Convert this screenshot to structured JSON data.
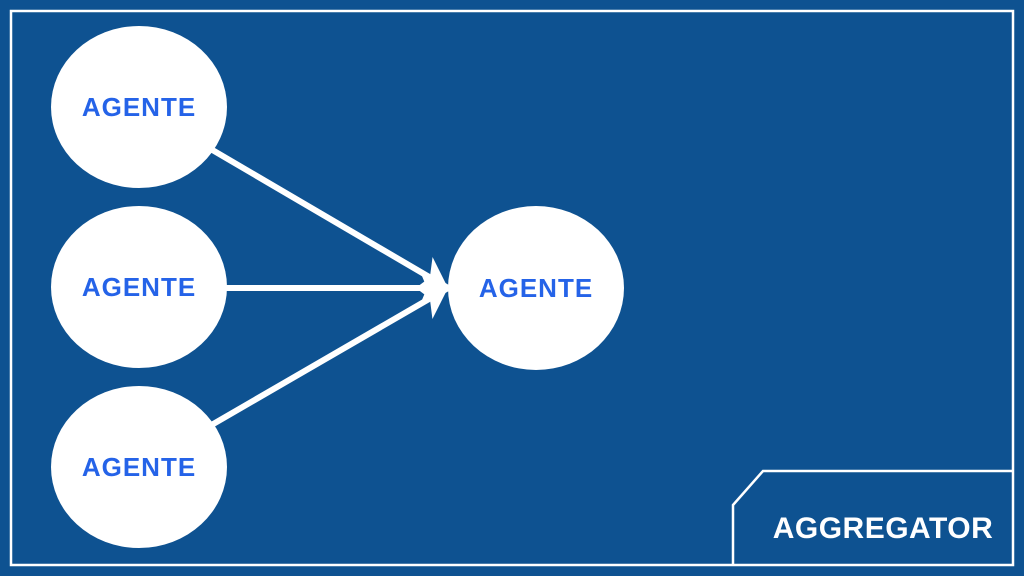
{
  "diagram": {
    "type": "fan-in flow diagram",
    "nodes": [
      {
        "id": "agent-top",
        "label": "AGENTE"
      },
      {
        "id": "agent-middle",
        "label": "AGENTE"
      },
      {
        "id": "agent-bottom",
        "label": "AGENTE"
      },
      {
        "id": "agent-center",
        "label": "AGENTE"
      }
    ],
    "edges": [
      {
        "from": "agent-top",
        "to": "agent-center"
      },
      {
        "from": "agent-middle",
        "to": "agent-center"
      },
      {
        "from": "agent-bottom",
        "to": "agent-center"
      }
    ],
    "aggregator": {
      "label": "AGGREGATOR"
    },
    "colors": {
      "background": "#0E5291",
      "frame_stroke": "#FFFFFF",
      "node_fill": "#FFFFFF",
      "node_label": "#2563E8",
      "arrow": "#FFFFFF",
      "aggregator_label": "#FFFFFF"
    }
  }
}
